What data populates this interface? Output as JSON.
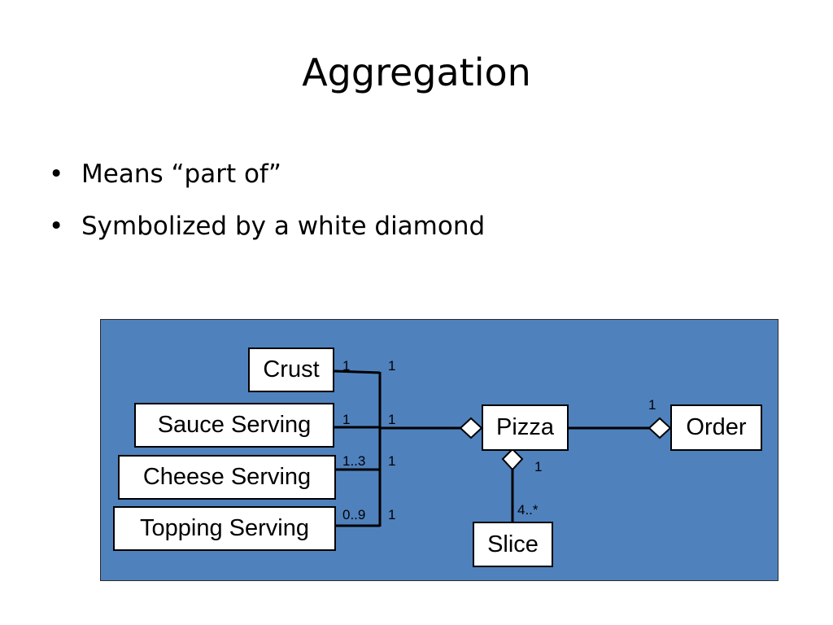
{
  "slide": {
    "title": "Aggregation",
    "bullets": [
      "Means “part of”",
      "Symbolized by a white diamond"
    ],
    "bullet_glyph": "•"
  },
  "diagram": {
    "background_color": "#4f81bd",
    "classes": {
      "crust": "Crust",
      "sauce": "Sauce Serving",
      "cheese": "Cheese Serving",
      "topping": "Topping Serving",
      "pizza": "Pizza",
      "order": "Order",
      "slice": "Slice"
    },
    "multiplicities": {
      "crust_part": "1",
      "crust_whole": "1",
      "sauce_part": "1",
      "sauce_whole": "1",
      "cheese_part": "1..3",
      "cheese_whole": "1",
      "topping_part": "0..9",
      "topping_whole": "1",
      "pizza_order": "1",
      "pizza_slice_whole": "1",
      "slice_part": "4..*"
    }
  }
}
